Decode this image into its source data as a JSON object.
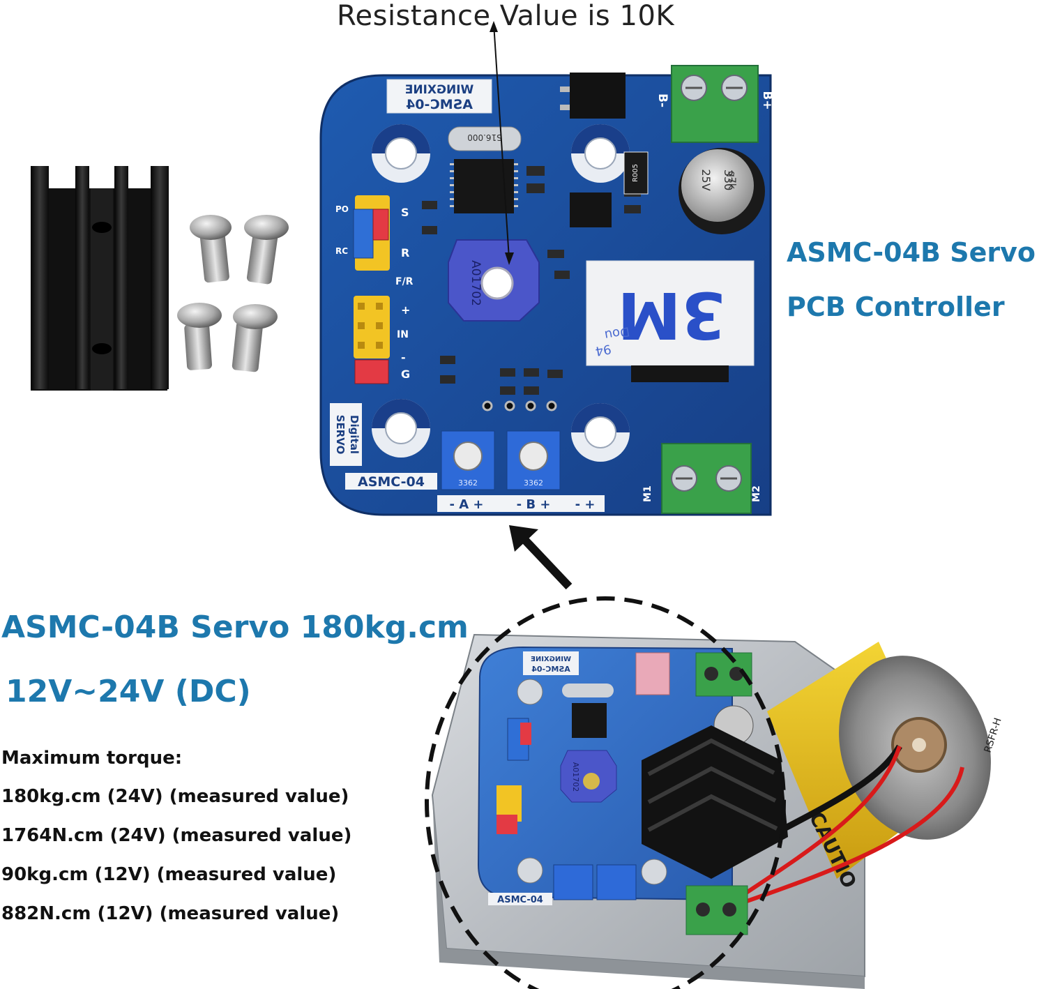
{
  "callout": {
    "resistance": "Resistance Value is 10K"
  },
  "product": {
    "title_right_line1": "ASMC-04B Servo",
    "title_right_line2": "PCB Controller",
    "title_left_line1": "ASMC-04B Servo 180kg.cm",
    "title_left_line2": "12V~24V (DC)"
  },
  "specs": {
    "heading": "Maximum torque:",
    "lines": [
      "180kg.cm (24V) (measured value)",
      "1764N.cm (24V) (measured value)",
      "90kg.cm (12V) (measured value)",
      "882N.cm (12V) (measured value)"
    ]
  },
  "board": {
    "brand": "WINGXINE",
    "model": "ASMC-04",
    "bottom_model": "ASMC-04",
    "digital_label": "Digital",
    "servo_label": "SERVO",
    "pot_main": "A01702",
    "trim_code": "3362",
    "crystal": "S16.000",
    "cap_value_1": "330",
    "cap_value_2": "25V",
    "cap_code": "q7k",
    "tape_brand": "3M",
    "tape_text": "Dou",
    "tape_num": "94",
    "term_b_minus": "B-",
    "term_b_plus": "B+",
    "term_m1": "M1",
    "term_m2": "M2",
    "pin_s": "S",
    "pin_r": "R",
    "pin_fr": "F/R",
    "pin_plus": "+",
    "pin_in": "IN",
    "pin_minus": "-",
    "pin_g": "G",
    "pin_po": "PO",
    "pin_rc": "RC",
    "bottom_a": "- A +",
    "bottom_b": "- B +",
    "bottom_c": "- +",
    "resistor_r005": "R005"
  },
  "motor": {
    "label_rsfr": "RSFR-H",
    "label_caution": "CAUTIO"
  },
  "colors": {
    "title_blue": "#1d78ad",
    "pcb_blue": "#1b4f9e",
    "terminal_green": "#3aa14a",
    "jumper_yellow": "#f2c424"
  }
}
